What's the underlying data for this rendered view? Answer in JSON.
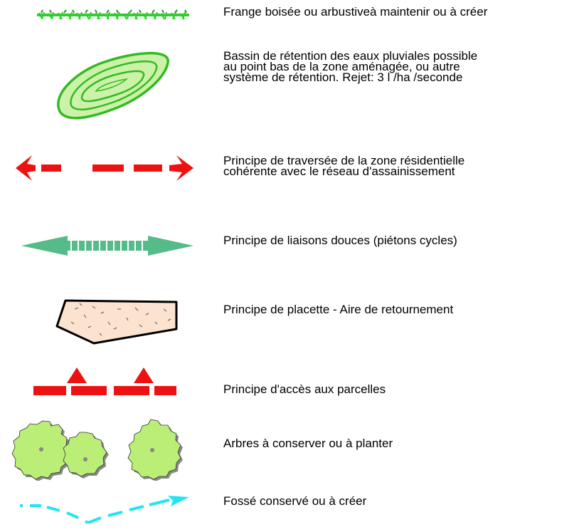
{
  "legend": {
    "items": [
      {
        "id": "frange-boisee",
        "icon": "hedge-symbol",
        "label": "Frange boisée ou arbustiveà maintenir ou à créer"
      },
      {
        "id": "bassin-retention",
        "icon": "retention-basin-symbol",
        "label": "Bassin de rétention des eaux pluviales possible\nau point bas de la zone aménagée, ou autre\nsystème de rétention. Rejet: 3 l /ha /seconde"
      },
      {
        "id": "traversee",
        "icon": "red-dashed-double-arrow",
        "label": "Principe de traversée de la zone résidentielle\ncohérente avec le réseau d'assainissement"
      },
      {
        "id": "liaisons-douces",
        "icon": "green-double-arrow",
        "label": "Principe de liaisons douces (piétons cycles)"
      },
      {
        "id": "placette",
        "icon": "placette-polygon",
        "label": "Principe de placette - Aire de retournement"
      },
      {
        "id": "acces-parcelles",
        "icon": "access-triangles-symbol",
        "label": "Principe d'accès aux parcelles"
      },
      {
        "id": "arbres",
        "icon": "tree-symbol",
        "label": "Arbres à conserver ou à planter"
      },
      {
        "id": "fosse",
        "icon": "cyan-dashed-arrow",
        "label": "Fossé conservé ou à créer"
      }
    ]
  },
  "colors": {
    "hedge": "#33cc33",
    "basin_fill": "#ccf2aa",
    "basin_stroke": "#33bb22",
    "red": "#ee1111",
    "soft_link_green": "#55bb88",
    "placette_fill": "#fbe3cf",
    "tree_fill": "#bbee77",
    "ditch_cyan": "#22e5f2"
  }
}
